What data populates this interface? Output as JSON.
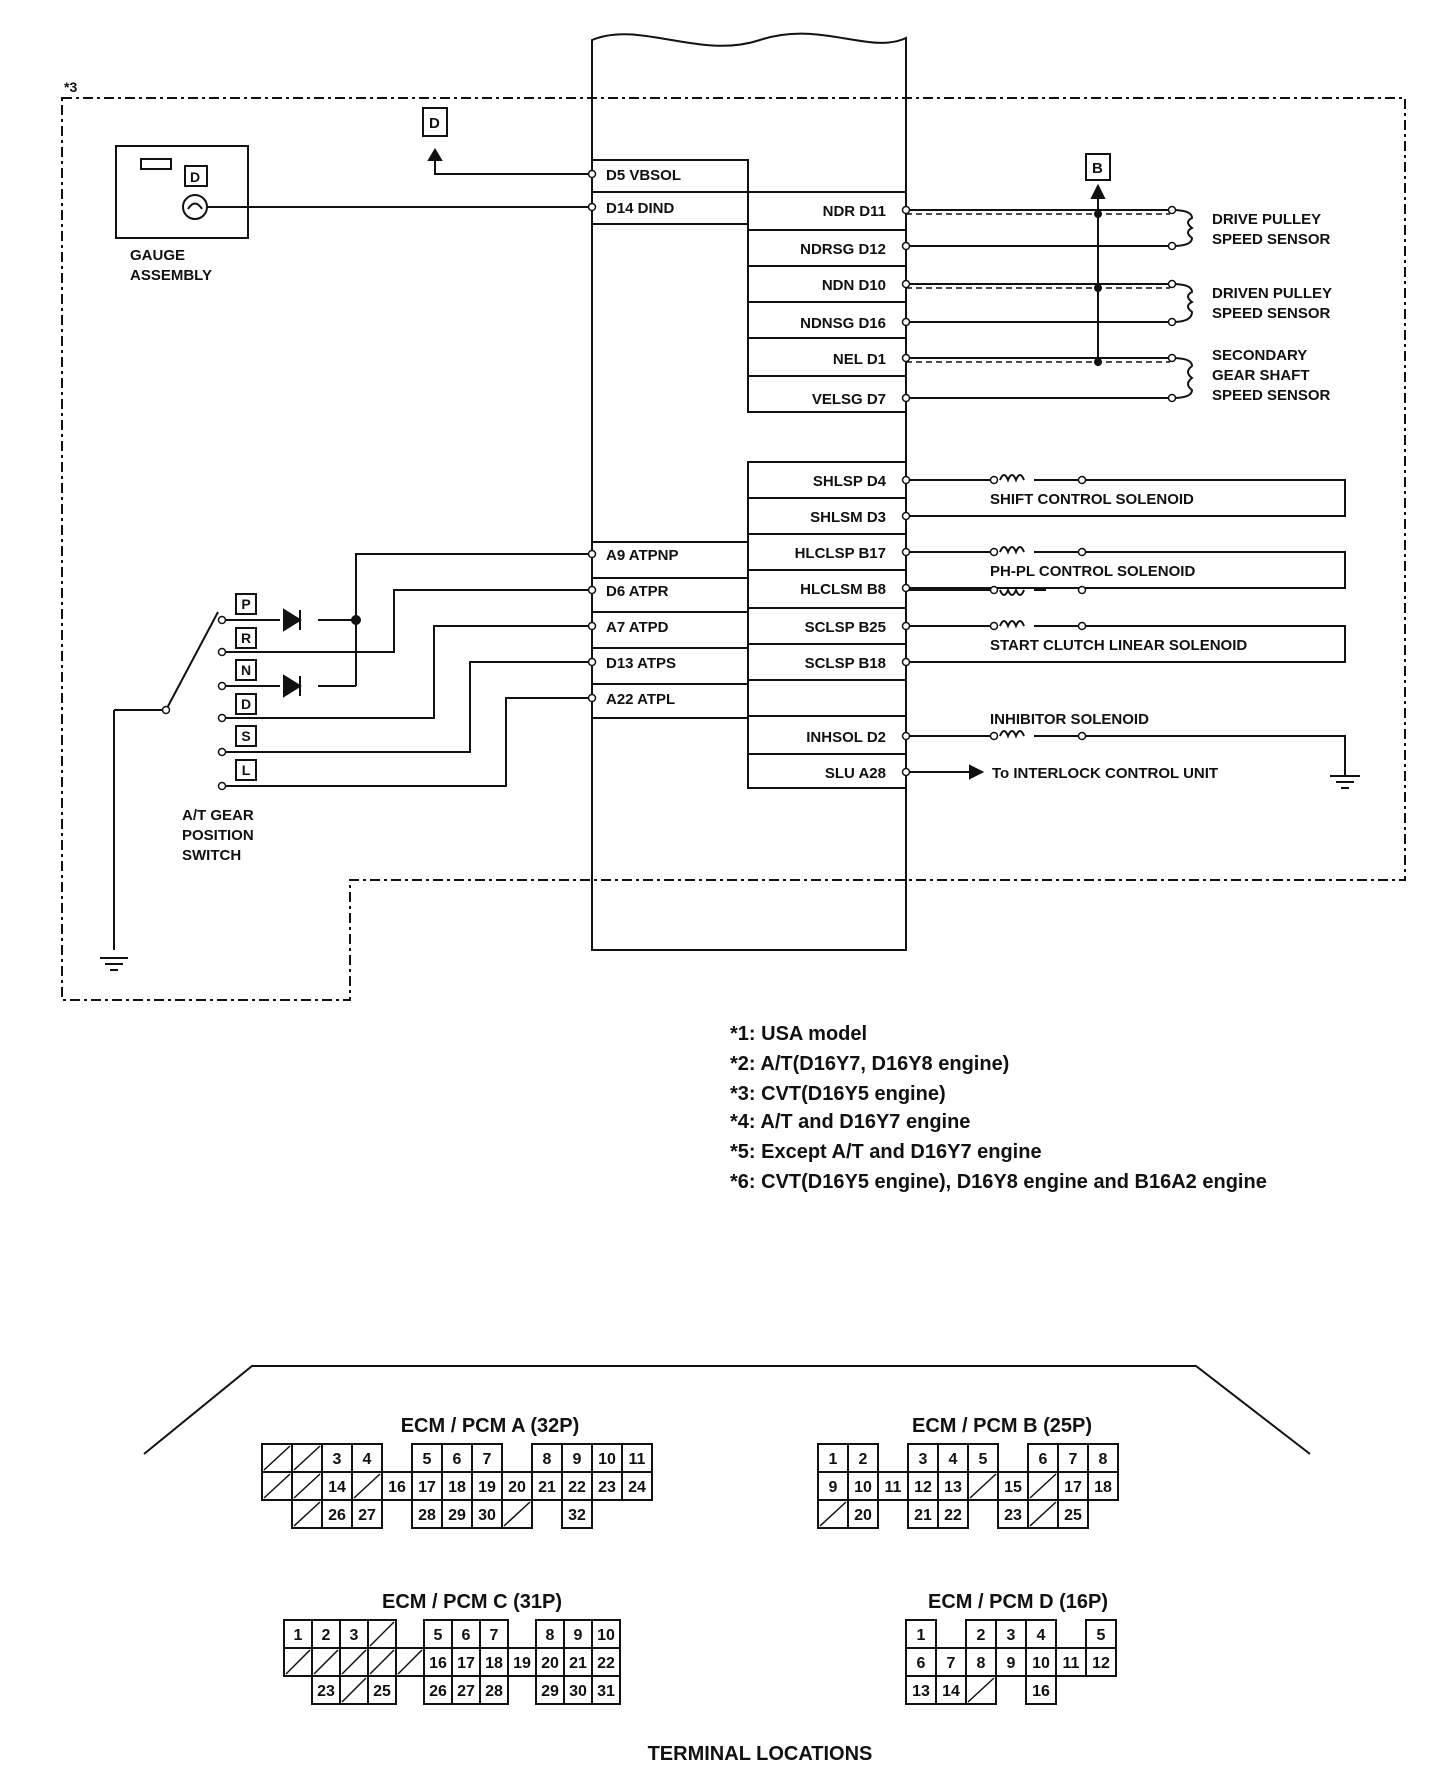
{
  "region_marker": "*3",
  "top_refs": {
    "d": "D",
    "b": "B"
  },
  "gauge": {
    "badge": "D",
    "label_l1": "GAUGE",
    "label_l2": "ASSEMBLY"
  },
  "left_pins": [
    "D5 VBSOL",
    "D14 DIND",
    "A9 ATPNP",
    "D6 ATPR",
    "A7 ATPD",
    "D13 ATPS",
    "A22 ATPL"
  ],
  "right_pins_sensor": [
    "NDR D11",
    "NDRSG D12",
    "NDN D10",
    "NDNSG D16",
    "NEL D1",
    "VELSG D7"
  ],
  "right_pins_solenoid": [
    "SHLSP D4",
    "SHLSM D3",
    "HLCLSP B17",
    "HLCLSM B8",
    "SCLSP B25",
    "SCLSP B18",
    "",
    "INHSOL D2",
    "SLU A28"
  ],
  "sensors": [
    {
      "l1": "DRIVE PULLEY",
      "l2": "SPEED SENSOR"
    },
    {
      "l1": "DRIVEN PULLEY",
      "l2": "SPEED SENSOR"
    },
    {
      "l1": "SECONDARY",
      "l2": "GEAR SHAFT",
      "l3": "SPEED SENSOR"
    }
  ],
  "solenoids": [
    "SHIFT CONTROL SOLENOID",
    "PH-PL CONTROL SOLENOID",
    "START CLUTCH LINEAR SOLENOID",
    "INHIBITOR SOLENOID"
  ],
  "interlock": "To INTERLOCK CONTROL UNIT",
  "gear_positions": [
    "P",
    "R",
    "N",
    "D",
    "S",
    "L"
  ],
  "switch_label": [
    "A/T GEAR",
    "POSITION",
    "SWITCH"
  ],
  "footnotes": [
    "*1: USA model",
    "*2: A/T(D16Y7, D16Y8 engine)",
    "*3: CVT(D16Y5 engine)",
    "*4: A/T and D16Y7 engine",
    "*5: Except A/T and D16Y7 engine",
    "*6: CVT(D16Y5 engine), D16Y8 engine and B16A2 engine"
  ],
  "connectors": [
    {
      "title": "ECM / PCM A (32P)",
      "rows": [
        [
          "/",
          "/",
          "3",
          "4",
          "",
          "5",
          "6",
          "7",
          "",
          "8",
          "9",
          "10",
          "11"
        ],
        [
          "/",
          "/",
          "14",
          "/",
          "16",
          "17",
          "18",
          "19",
          "20",
          "21",
          "22",
          "23",
          "24"
        ],
        [
          "",
          "/",
          "26",
          "27",
          "",
          "28",
          "29",
          "30",
          "/",
          "",
          "32",
          ""
        ]
      ]
    },
    {
      "title": "ECM / PCM B (25P)",
      "rows": [
        [
          "1",
          "2",
          "",
          "3",
          "4",
          "5",
          "",
          "6",
          "7",
          "8"
        ],
        [
          "9",
          "10",
          "11",
          "12",
          "13",
          "/",
          "15",
          "/",
          "17",
          "18"
        ],
        [
          "/",
          "20",
          "",
          "21",
          "22",
          "",
          "23",
          "/",
          "25"
        ]
      ]
    },
    {
      "title": "ECM / PCM C (31P)",
      "rows": [
        [
          "1",
          "2",
          "3",
          "/",
          "",
          "5",
          "6",
          "7",
          "",
          "8",
          "9",
          "10"
        ],
        [
          "/",
          "/",
          "/",
          "/",
          "/",
          "16",
          "17",
          "18",
          "19",
          "20",
          "21",
          "22"
        ],
        [
          "",
          "23",
          "/",
          "25",
          "",
          "26",
          "27",
          "28",
          "",
          "29",
          "30",
          "31"
        ]
      ]
    },
    {
      "title": "ECM / PCM D (16P)",
      "rows": [
        [
          "1",
          "",
          "2",
          "3",
          "4",
          "",
          "5"
        ],
        [
          "6",
          "7",
          "8",
          "9",
          "10",
          "11",
          "12"
        ],
        [
          "13",
          "14",
          "/",
          "",
          "16"
        ]
      ]
    }
  ],
  "terminal_locations": "TERMINAL LOCATIONS"
}
